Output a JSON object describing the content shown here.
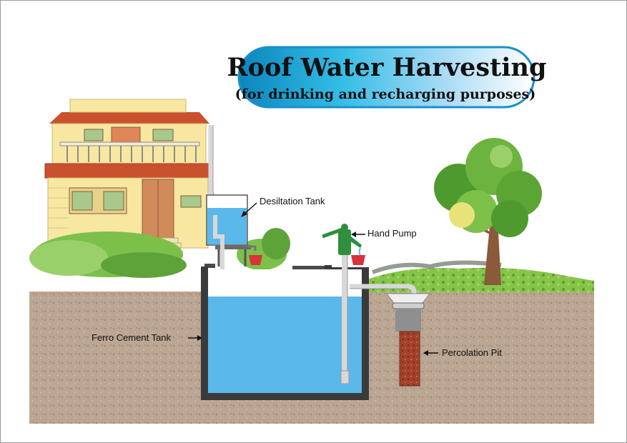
{
  "title": {
    "main": "Roof Water Harvesting",
    "sub": "(for drinking and recharging purposes)"
  },
  "labels": {
    "desiltation_tank": "Desiltation Tank",
    "hand_pump": "Hand Pump",
    "ferro_cement_tank": "Ferro Cement Tank",
    "percolation_pit": "Percolation Pit"
  },
  "colors": {
    "soil": "#b9a48f",
    "water": "#5ab8ea",
    "tank_wall": "#3a3a3a",
    "roof": "#c9512e",
    "house_wall": "#f7e7a1",
    "tree_foliage": "#6db33f",
    "tree_trunk": "#8a5a3a",
    "pump": "#2f8f3a",
    "percolation_fill": "#9b3f2b",
    "title_gradient": [
      "#0d8bc0",
      "#39c3e8",
      "#9fd8f4",
      "#ffffff"
    ]
  }
}
